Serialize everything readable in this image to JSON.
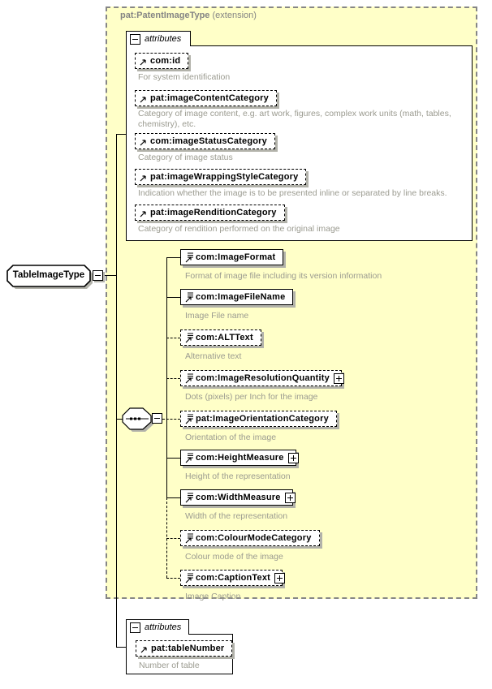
{
  "diagram": {
    "title": {
      "name": "pat:PatentImageType",
      "suffix": "(extension)"
    },
    "root": {
      "label": "TableImageType"
    },
    "attributes_top": {
      "label": "attributes",
      "items": [
        {
          "name": "com:id",
          "caption": "For system identification"
        },
        {
          "name": "pat:imageContentCategory",
          "caption": "Category of image content, e.g. art work, figures, complex work units (math, tables, chemistry), etc."
        },
        {
          "name": "com:imageStatusCategory",
          "caption": "Category of image status"
        },
        {
          "name": "pat:imageWrappingStyleCategory",
          "caption": "Indication whether the image is to be presented inline or separated by line breaks."
        },
        {
          "name": "pat:imageRenditionCategory",
          "caption": "Category of rendition performed on the original image"
        }
      ]
    },
    "sequence": {
      "elements": [
        {
          "name": "com:ImageFormat",
          "caption": "Format of image file including its version information",
          "required": true,
          "expandable": false
        },
        {
          "name": "com:ImageFileName",
          "caption": "Image File name",
          "required": true,
          "expandable": false
        },
        {
          "name": "com:ALTText",
          "caption": "Alternative text",
          "required": false,
          "expandable": false
        },
        {
          "name": "com:ImageResolutionQuantity",
          "caption": "Dots (pixels) per Inch for the image",
          "required": false,
          "expandable": true
        },
        {
          "name": "pat:ImageOrientationCategory",
          "caption": "Orientation of the image",
          "required": false,
          "expandable": false
        },
        {
          "name": "com:HeightMeasure",
          "caption": "Height of the representation",
          "required": true,
          "expandable": true
        },
        {
          "name": "com:WidthMeasure",
          "caption": "Width of the representation",
          "required": true,
          "expandable": true
        },
        {
          "name": "com:ColourModeCategory",
          "caption": "Colour mode of the image",
          "required": false,
          "expandable": false
        },
        {
          "name": "com:CaptionText",
          "caption": "Image Caption",
          "required": false,
          "expandable": true
        }
      ]
    },
    "attributes_bottom": {
      "label": "attributes",
      "items": [
        {
          "name": "pat:tableNumber",
          "caption": "Number of table"
        }
      ]
    },
    "icons": {
      "collapse": "minus-icon",
      "expand": "plus-icon",
      "reference": "ne-arrow-icon",
      "element": "lines-arrow-icon",
      "sequence": "sequence-dots-icon"
    },
    "colors": {
      "panel_fill": "#ffffc8",
      "panel_border": "#868686",
      "node_shadow": "#b2b2aa",
      "caption_text": "#9b9b90",
      "title_text": "#848484"
    }
  }
}
